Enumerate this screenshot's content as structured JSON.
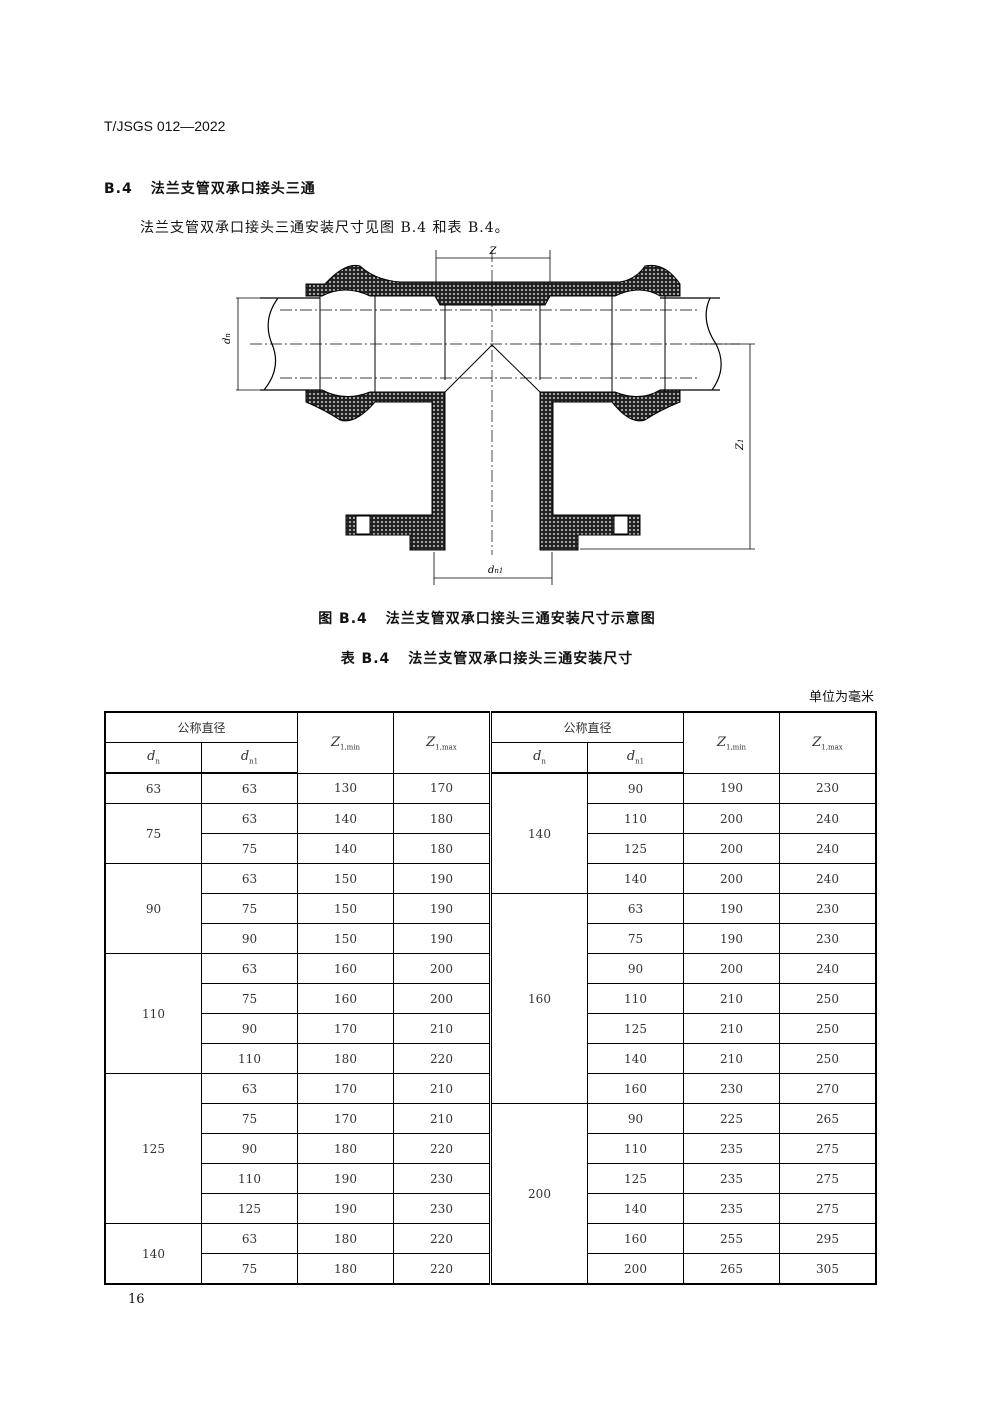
{
  "header": {
    "doc_code": "T/JSGS 012—2022"
  },
  "section": {
    "number": "B.4",
    "title": "法兰支管双承口接头三通"
  },
  "intro": "法兰支管双承口接头三通安装尺寸见图 B.4 和表 B.4。",
  "figure": {
    "labels": {
      "z": "Z",
      "dn": "d",
      "dn_sub": "n",
      "z1": "Z",
      "z1_sub": "1",
      "dn1": "d",
      "dn1_sub": "n1"
    },
    "caption_number": "图 B.4",
    "caption_title": "法兰支管双承口接头三通安装尺寸示意图"
  },
  "table": {
    "caption_number": "表 B.4",
    "caption_title": "法兰支管双承口接头三通安装尺寸",
    "unit": "单位为毫米",
    "headers": {
      "group": "公称直径",
      "dn": "d",
      "dn_sub": "n",
      "dn1": "d",
      "dn1_sub": "n1",
      "zmin": "Z",
      "zmin_sub": "1,min",
      "zmax": "Z",
      "zmax_sub": "1,max"
    },
    "left": [
      {
        "dn": "63",
        "rows": [
          [
            "63",
            "130",
            "170"
          ]
        ]
      },
      {
        "dn": "75",
        "rows": [
          [
            "63",
            "140",
            "180"
          ],
          [
            "75",
            "140",
            "180"
          ]
        ]
      },
      {
        "dn": "90",
        "rows": [
          [
            "63",
            "150",
            "190"
          ],
          [
            "75",
            "150",
            "190"
          ],
          [
            "90",
            "150",
            "190"
          ]
        ]
      },
      {
        "dn": "110",
        "rows": [
          [
            "63",
            "160",
            "200"
          ],
          [
            "75",
            "160",
            "200"
          ],
          [
            "90",
            "170",
            "210"
          ],
          [
            "110",
            "180",
            "220"
          ]
        ]
      },
      {
        "dn": "125",
        "rows": [
          [
            "63",
            "170",
            "210"
          ],
          [
            "75",
            "170",
            "210"
          ],
          [
            "90",
            "180",
            "220"
          ],
          [
            "110",
            "190",
            "230"
          ],
          [
            "125",
            "190",
            "230"
          ]
        ]
      },
      {
        "dn": "140",
        "rows": [
          [
            "63",
            "180",
            "220"
          ],
          [
            "75",
            "180",
            "220"
          ]
        ]
      }
    ],
    "right": [
      {
        "dn": "140",
        "rows": [
          [
            "90",
            "190",
            "230"
          ],
          [
            "110",
            "200",
            "240"
          ],
          [
            "125",
            "200",
            "240"
          ],
          [
            "140",
            "200",
            "240"
          ]
        ]
      },
      {
        "dn": "160",
        "rows": [
          [
            "63",
            "190",
            "230"
          ],
          [
            "75",
            "190",
            "230"
          ],
          [
            "90",
            "200",
            "240"
          ],
          [
            "110",
            "210",
            "250"
          ],
          [
            "125",
            "210",
            "250"
          ],
          [
            "140",
            "210",
            "250"
          ],
          [
            "160",
            "230",
            "270"
          ]
        ]
      },
      {
        "dn": "200",
        "rows": [
          [
            "90",
            "225",
            "265"
          ],
          [
            "110",
            "235",
            "275"
          ],
          [
            "125",
            "235",
            "275"
          ],
          [
            "140",
            "235",
            "275"
          ],
          [
            "160",
            "255",
            "295"
          ],
          [
            "200",
            "265",
            "305"
          ]
        ]
      }
    ]
  },
  "page_number": "16"
}
